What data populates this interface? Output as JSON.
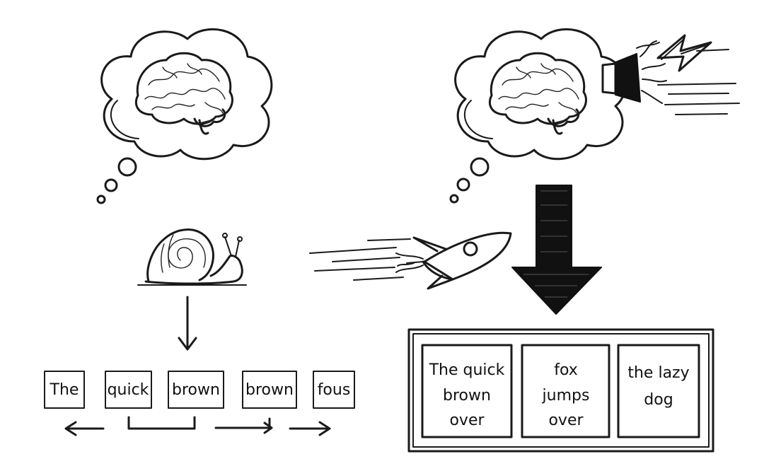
{
  "tokens": [
    "The",
    "quick",
    "brown",
    "brown",
    "fous"
  ],
  "chunks": [
    [
      "The quick",
      "brown",
      "over"
    ],
    [
      "fox",
      "jumps",
      "over"
    ],
    [
      "the lazy",
      "dog"
    ]
  ],
  "colors": {
    "ink": "#1a1a1a",
    "paper": "#ffffff"
  },
  "icons": {
    "left_thought": "brain-thought-icon",
    "right_thought": "brain-thought-boosted-icon",
    "slow": "snail-icon",
    "fast": "rocket-icon",
    "power": "lightning-icon"
  }
}
